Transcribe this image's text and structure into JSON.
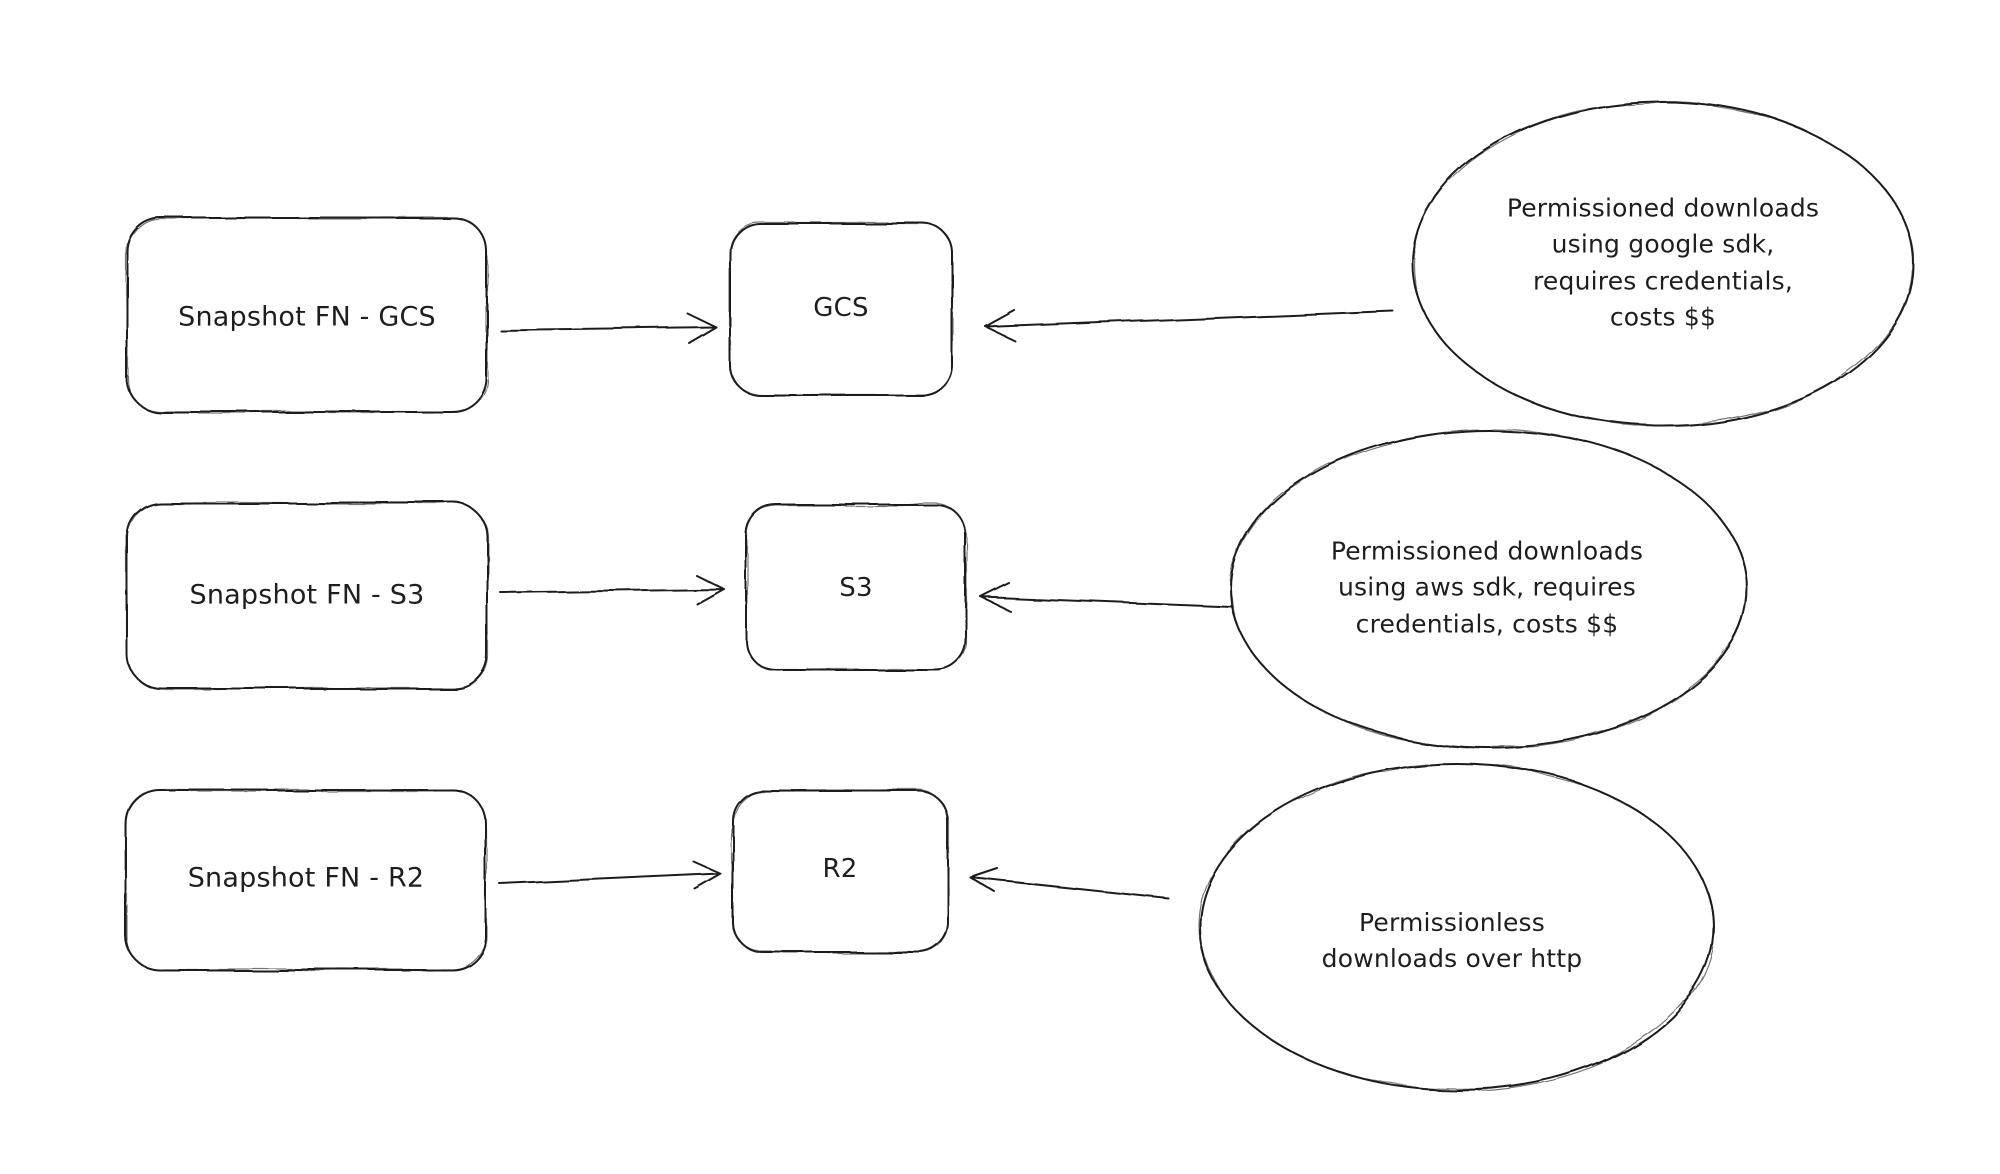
{
  "diagram": {
    "background": "#ffffff",
    "stroke_color": "#1e1e1e",
    "rows": [
      {
        "source": "Snapshot FN - GCS",
        "target": "GCS",
        "note": "Permissioned downloads\nusing google sdk,\nrequires credentials,\ncosts $$"
      },
      {
        "source": "Snapshot FN - S3",
        "target": "S3",
        "note": "Permissioned downloads\nusing aws sdk, requires\ncredentials, costs $$"
      },
      {
        "source": "Snapshot FN - R2",
        "target": "R2",
        "note": "Permissionless\ndownloads over http"
      }
    ]
  }
}
